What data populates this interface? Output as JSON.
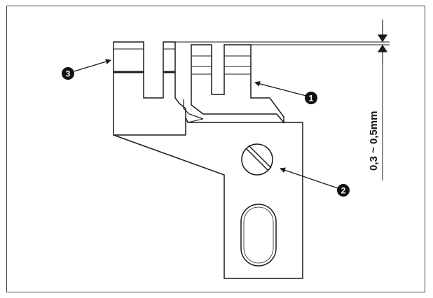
{
  "diagram": {
    "dimension_label": "0,3 ~ 0,5mm",
    "callouts": [
      {
        "id": "callout-1",
        "number": "1"
      },
      {
        "id": "callout-2",
        "number": "2"
      },
      {
        "id": "callout-3",
        "number": "3"
      }
    ],
    "colors": {
      "line": "#1a1a1a",
      "badge": "#111111",
      "badge_text": "#ffffff",
      "frame": "#444444"
    }
  }
}
